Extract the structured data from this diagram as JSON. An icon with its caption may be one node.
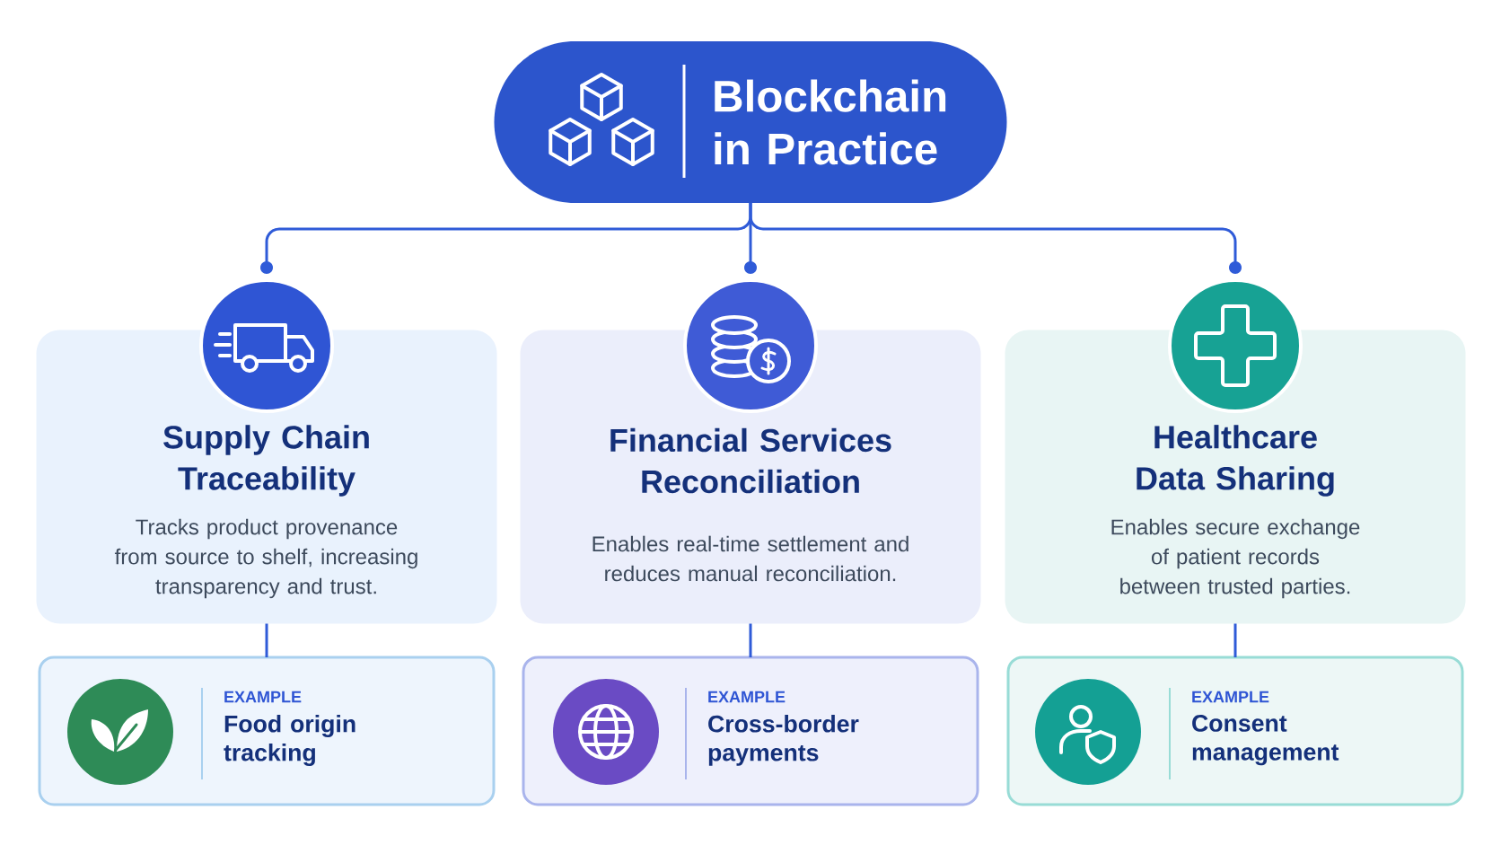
{
  "diagram": {
    "nodes": [
      {
        "text": [
          "Blockchain in Practice"
        ]
      },
      {
        "text": [],
        "shape": "circle"
      },
      {
        "text": [],
        "shape": "circle"
      },
      {
        "text": [],
        "shape": "circle"
      },
      {
        "text": [
          "Supply Chain Traceability",
          "Tracks product provenance from source to shelf, increasing transparency and trust."
        ]
      },
      {
        "text": [
          "Financial Services Reconciliation",
          "Enables real-time settlement and reduces manual reconciliation."
        ]
      },
      {
        "text": [
          "Healthcare Data Sharing",
          "Enables secure exchange of patient records between trusted parties."
        ]
      },
      {
        "text": [
          "EXAMPLE",
          "Food origin tracking"
        ]
      },
      {
        "text": [
          "EXAMPLE",
          "Cross-border payments"
        ]
      },
      {
        "text": [
          "EXAMPLE",
          "Consent management"
        ]
      }
    ],
    "edges": [
      {
        "from": 0,
        "to": 1,
        "arrow": "other"
      },
      {
        "from": 0,
        "to": 2,
        "arrow": "other"
      },
      {
        "from": 0,
        "to": 3,
        "arrow": "other"
      },
      {
        "from": 4,
        "to": 7,
        "arrow": "none"
      },
      {
        "from": 5,
        "to": 8,
        "arrow": "none"
      },
      {
        "from": 6,
        "to": 9,
        "arrow": "none"
      }
    ]
  }
}
